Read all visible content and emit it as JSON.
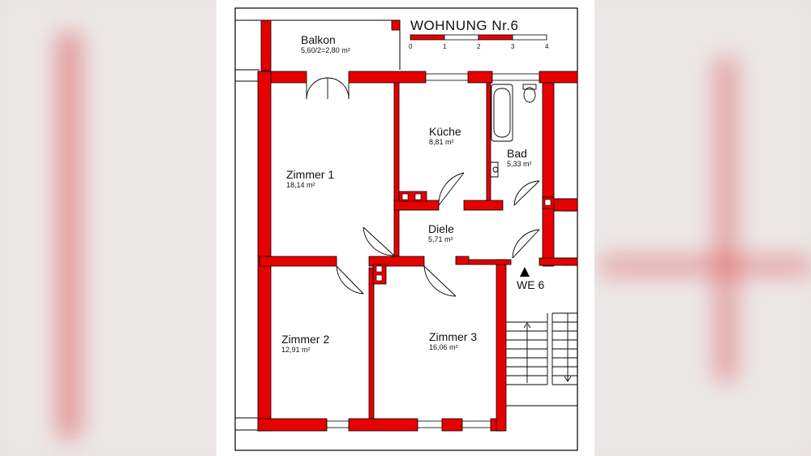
{
  "plan": {
    "title": "WOHNUNG Nr.6",
    "scale_ticks": [
      "0",
      "1",
      "2",
      "3",
      "4"
    ],
    "rooms": [
      {
        "id": "balkon",
        "name": "Balkon",
        "area": "5,60/2=2,80 m²"
      },
      {
        "id": "kueche",
        "name": "Küche",
        "area": "8,81 m²"
      },
      {
        "id": "bad",
        "name": "Bad",
        "area": "5,33 m²"
      },
      {
        "id": "zimmer1",
        "name": "Zimmer 1",
        "area": "18,14 m²"
      },
      {
        "id": "diele",
        "name": "Diele",
        "area": "5,71 m²"
      },
      {
        "id": "zimmer2",
        "name": "Zimmer 2",
        "area": "12,91 m²"
      },
      {
        "id": "zimmer3",
        "name": "Zimmer 3",
        "area": "16,06 m²"
      }
    ],
    "entrance_label": "WE 6",
    "colors": {
      "wall": "#e60000",
      "line": "#000000",
      "background": "#ffffff"
    }
  }
}
